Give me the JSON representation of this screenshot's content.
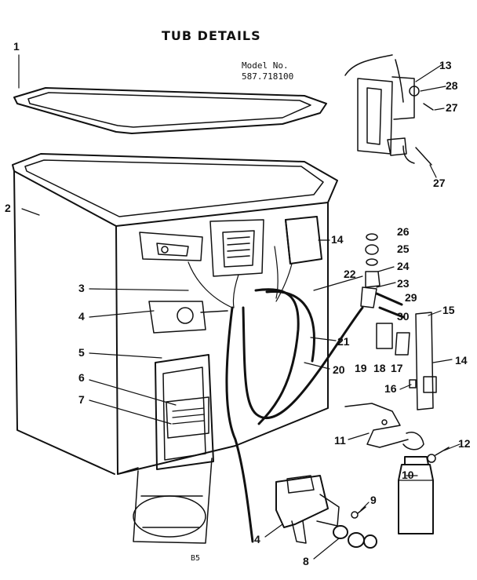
{
  "title": "TUB DETAILS",
  "model": {
    "label": "Model No.",
    "number": "587.718100"
  },
  "footer_code": "B5",
  "callouts": {
    "c1": "1",
    "c2": "2",
    "c3": "3",
    "c4a": "4",
    "c4b": "4",
    "c5": "5",
    "c6": "6",
    "c7": "7",
    "c8": "8",
    "c9": "9",
    "c10": "10",
    "c11": "11",
    "c12": "12",
    "c13": "13",
    "c14a": "14",
    "c14b": "14",
    "c15": "15",
    "c16": "16",
    "c17": "17",
    "c18": "18",
    "c19": "19",
    "c20": "20",
    "c21": "21",
    "c22": "22",
    "c23": "23",
    "c24": "24",
    "c25": "25",
    "c26": "26",
    "c27a": "27",
    "c27b": "27",
    "c28": "28",
    "c29": "29",
    "c30": "30"
  }
}
